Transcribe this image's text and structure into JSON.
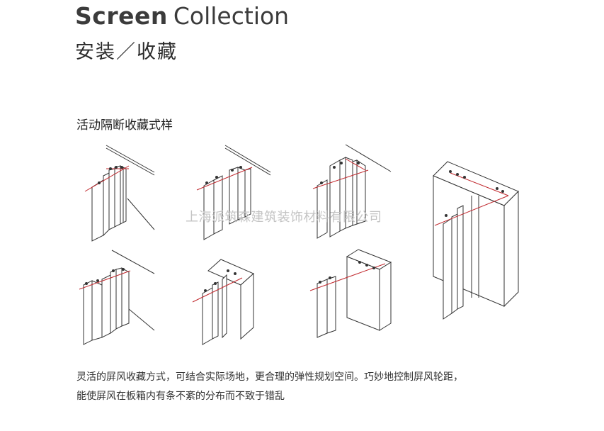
{
  "header": {
    "title_bold": "Screen",
    "title_light": "Collection",
    "subtitle": "安装／收藏"
  },
  "section": {
    "heading": "活动隔断收藏式样"
  },
  "watermark": "上海派筑森建筑装饰材料有限公司",
  "description": {
    "line1": "灵活的屏风收藏方式，可结合实际场地，更合理的弹性规划空间。巧妙地控制屏风轮距，",
    "line2": "能使屏风在板箱内有条不紊的分布而不致于错乱"
  },
  "colors": {
    "line": "#333333",
    "track_red": "#c0282d",
    "panel_fill": "#ffffff"
  }
}
